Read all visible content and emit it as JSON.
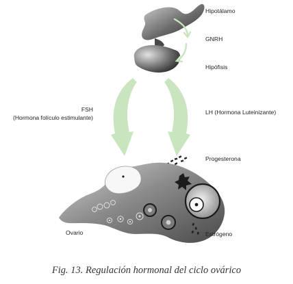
{
  "labels": {
    "hypothalamus": "Hipotálamo",
    "gnrh": "GNRH",
    "pituitary": "Hipófisis",
    "fsh_line1": "FSH",
    "fsh_line2": "(Hormona folículo estimulante)",
    "lh": "LH (Hormona Luteinizante)",
    "progesterone": "Progesterona",
    "ovary": "Ovario",
    "estrogen": "Estrógeno"
  },
  "caption": "Fig. 13. Regulación hormonal del ciclo ovárico",
  "colors": {
    "arrow_green": "#c9e5bf",
    "organ_dark": "#3a3a3a",
    "organ_light": "#bdbdbd",
    "text": "#222222"
  }
}
